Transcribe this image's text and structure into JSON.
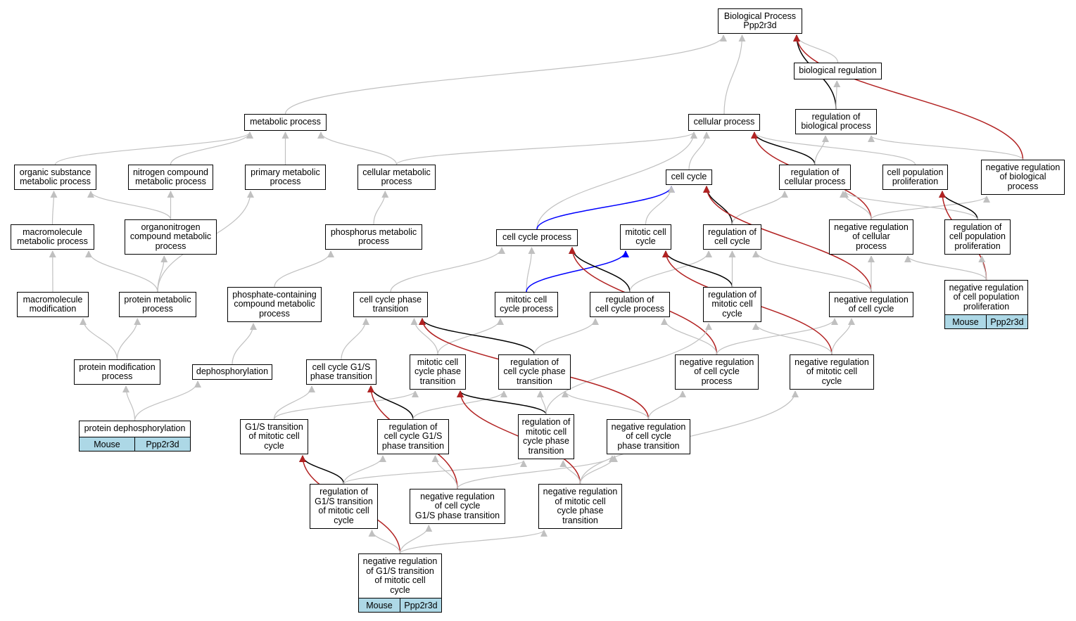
{
  "colors": {
    "gray": "#c0c0c0",
    "black": "#000000",
    "red": "#b22222",
    "blue": "#0000ff",
    "gene_bg": "#add8e6"
  },
  "nodes": [
    {
      "id": "root",
      "label": "Biological Process\nPpp2r3d"
    },
    {
      "id": "biological_regulation",
      "label": "biological regulation"
    },
    {
      "id": "metabolic_process",
      "label": "metabolic process"
    },
    {
      "id": "cellular_process",
      "label": "cellular process"
    },
    {
      "id": "regulation_of_biological_process",
      "label": "regulation of\nbiological process"
    },
    {
      "id": "organic_substance_metabolic_process",
      "label": "organic substance\nmetabolic process"
    },
    {
      "id": "nitrogen_compound_metabolic_process",
      "label": "nitrogen compound\nmetabolic process"
    },
    {
      "id": "primary_metabolic_process",
      "label": "primary metabolic\nprocess"
    },
    {
      "id": "cellular_metabolic_process",
      "label": "cellular metabolic\nprocess"
    },
    {
      "id": "cell_cycle",
      "label": "cell cycle"
    },
    {
      "id": "regulation_of_cellular_process",
      "label": "regulation of\ncellular process"
    },
    {
      "id": "cell_population_proliferation",
      "label": "cell population\nproliferation"
    },
    {
      "id": "negative_regulation_of_biological_process",
      "label": "negative regulation\nof biological\nprocess"
    },
    {
      "id": "macromolecule_metabolic_process",
      "label": "macromolecule\nmetabolic process"
    },
    {
      "id": "organonitrogen_compound_metabolic_process",
      "label": "organonitrogen\ncompound metabolic\nprocess"
    },
    {
      "id": "phosphorus_metabolic_process",
      "label": "phosphorus metabolic\nprocess"
    },
    {
      "id": "cell_cycle_process",
      "label": "cell cycle process"
    },
    {
      "id": "mitotic_cell_cycle",
      "label": "mitotic cell\ncycle"
    },
    {
      "id": "regulation_of_cell_cycle",
      "label": "regulation of\ncell cycle"
    },
    {
      "id": "negative_regulation_of_cellular_process",
      "label": "negative regulation\nof cellular\nprocess"
    },
    {
      "id": "regulation_of_cell_population_proliferation",
      "label": "regulation of\ncell population\nproliferation"
    },
    {
      "id": "macromolecule_modification",
      "label": "macromolecule\nmodification"
    },
    {
      "id": "protein_metabolic_process",
      "label": "protein metabolic\nprocess"
    },
    {
      "id": "phosphate_containing_compound_metabolic_process",
      "label": "phosphate-containing\ncompound metabolic\nprocess"
    },
    {
      "id": "cell_cycle_phase_transition",
      "label": "cell cycle phase\ntransition"
    },
    {
      "id": "mitotic_cell_cycle_process",
      "label": "mitotic cell\ncycle process"
    },
    {
      "id": "regulation_of_cell_cycle_process",
      "label": "regulation of\ncell cycle process"
    },
    {
      "id": "regulation_of_mitotic_cell_cycle",
      "label": "regulation of\nmitotic cell\ncycle"
    },
    {
      "id": "negative_regulation_of_cell_cycle",
      "label": "negative regulation\nof cell cycle"
    },
    {
      "id": "negative_regulation_of_cell_population_proliferation",
      "label": "negative regulation\nof cell population\nproliferation",
      "genes": [
        "Mouse",
        "Ppp2r3d"
      ]
    },
    {
      "id": "protein_modification_process",
      "label": "protein modification\nprocess"
    },
    {
      "id": "dephosphorylation",
      "label": "dephosphorylation"
    },
    {
      "id": "cell_cycle_g1s_phase_transition",
      "label": "cell cycle G1/S\nphase transition"
    },
    {
      "id": "mitotic_cell_cycle_phase_transition",
      "label": "mitotic cell\ncycle phase\ntransition"
    },
    {
      "id": "regulation_of_cell_cycle_phase_transition",
      "label": "regulation of\ncell cycle phase\ntransition"
    },
    {
      "id": "negative_regulation_of_cell_cycle_process",
      "label": "negative regulation\nof cell cycle\nprocess"
    },
    {
      "id": "negative_regulation_of_mitotic_cell_cycle",
      "label": "negative regulation\nof mitotic cell\ncycle"
    },
    {
      "id": "protein_dephosphorylation",
      "label": "protein dephosphorylation",
      "genes": [
        "Mouse",
        "Ppp2r3d"
      ]
    },
    {
      "id": "g1s_transition_of_mitotic_cell_cycle",
      "label": "G1/S transition\nof mitotic cell\ncycle"
    },
    {
      "id": "regulation_of_cell_cycle_g1s_phase_transition",
      "label": "regulation of\ncell cycle G1/S\nphase transition"
    },
    {
      "id": "regulation_of_mitotic_cell_cycle_phase_transition",
      "label": "regulation of\nmitotic cell\ncycle phase\ntransition"
    },
    {
      "id": "negative_regulation_of_cell_cycle_phase_transition",
      "label": "negative regulation\nof cell cycle\nphase transition"
    },
    {
      "id": "regulation_of_g1s_transition_of_mitotic_cell_cycle",
      "label": "regulation of\nG1/S transition\nof mitotic cell\ncycle"
    },
    {
      "id": "negative_regulation_of_cell_cycle_g1s_phase_transition",
      "label": "negative regulation\nof cell cycle\nG1/S phase transition"
    },
    {
      "id": "negative_regulation_of_mitotic_cell_cycle_phase_transition",
      "label": "negative regulation\nof mitotic cell\ncycle phase\ntransition"
    },
    {
      "id": "negative_regulation_of_g1s_transition_of_mitotic_cell_cycle",
      "label": "negative regulation\nof G1/S transition\nof mitotic cell\ncycle",
      "genes": [
        "Mouse",
        "Ppp2r3d"
      ]
    }
  ],
  "edges": [
    {
      "from": "metabolic_process",
      "to": "root",
      "color": "gray"
    },
    {
      "from": "cellular_process",
      "to": "root",
      "color": "gray"
    },
    {
      "from": "biological_regulation",
      "to": "root",
      "color": "gray"
    },
    {
      "from": "regulation_of_biological_process",
      "to": "root",
      "color": "black"
    },
    {
      "from": "negative_regulation_of_biological_process",
      "to": "root",
      "color": "red"
    },
    {
      "from": "regulation_of_biological_process",
      "to": "biological_regulation",
      "color": "gray"
    },
    {
      "from": "negative_regulation_of_biological_process",
      "to": "regulation_of_biological_process",
      "color": "gray"
    },
    {
      "from": "organic_substance_metabolic_process",
      "to": "metabolic_process",
      "color": "gray"
    },
    {
      "from": "nitrogen_compound_metabolic_process",
      "to": "metabolic_process",
      "color": "gray"
    },
    {
      "from": "primary_metabolic_process",
      "to": "metabolic_process",
      "color": "gray"
    },
    {
      "from": "cellular_metabolic_process",
      "to": "metabolic_process",
      "color": "gray"
    },
    {
      "from": "cellular_metabolic_process",
      "to": "cellular_process",
      "color": "gray"
    },
    {
      "from": "cell_cycle",
      "to": "cellular_process",
      "color": "gray"
    },
    {
      "from": "cell_cycle_process",
      "to": "cellular_process",
      "color": "gray"
    },
    {
      "from": "regulation_of_cellular_process",
      "to": "cellular_process",
      "color": "black"
    },
    {
      "from": "regulation_of_cellular_process",
      "to": "regulation_of_biological_process",
      "color": "gray"
    },
    {
      "from": "cell_population_proliferation",
      "to": "cellular_process",
      "color": "gray"
    },
    {
      "from": "negative_regulation_of_cellular_process",
      "to": "cellular_process",
      "color": "red"
    },
    {
      "from": "negative_regulation_of_cellular_process",
      "to": "regulation_of_cellular_process",
      "color": "gray"
    },
    {
      "from": "negative_regulation_of_cellular_process",
      "to": "negative_regulation_of_biological_process",
      "color": "gray"
    },
    {
      "from": "regulation_of_cell_population_proliferation",
      "to": "cell_population_proliferation",
      "color": "black"
    },
    {
      "from": "regulation_of_cell_population_proliferation",
      "to": "regulation_of_cellular_process",
      "color": "gray"
    },
    {
      "from": "negative_regulation_of_cell_population_proliferation",
      "to": "cell_population_proliferation",
      "color": "red"
    },
    {
      "from": "negative_regulation_of_cell_population_proliferation",
      "to": "regulation_of_cell_population_proliferation",
      "color": "gray"
    },
    {
      "from": "negative_regulation_of_cell_population_proliferation",
      "to": "negative_regulation_of_cellular_process",
      "color": "gray"
    },
    {
      "from": "macromolecule_metabolic_process",
      "to": "organic_substance_metabolic_process",
      "color": "gray"
    },
    {
      "from": "organonitrogen_compound_metabolic_process",
      "to": "organic_substance_metabolic_process",
      "color": "gray"
    },
    {
      "from": "organonitrogen_compound_metabolic_process",
      "to": "nitrogen_compound_metabolic_process",
      "color": "gray"
    },
    {
      "from": "phosphorus_metabolic_process",
      "to": "cellular_metabolic_process",
      "color": "gray"
    },
    {
      "from": "macromolecule_modification",
      "to": "macromolecule_metabolic_process",
      "color": "gray"
    },
    {
      "from": "protein_metabolic_process",
      "to": "macromolecule_metabolic_process",
      "color": "gray"
    },
    {
      "from": "protein_metabolic_process",
      "to": "organonitrogen_compound_metabolic_process",
      "color": "gray"
    },
    {
      "from": "protein_metabolic_process",
      "to": "primary_metabolic_process",
      "color": "gray"
    },
    {
      "from": "phosphate_containing_compound_metabolic_process",
      "to": "phosphorus_metabolic_process",
      "color": "gray"
    },
    {
      "from": "protein_modification_process",
      "to": "macromolecule_modification",
      "color": "gray"
    },
    {
      "from": "protein_modification_process",
      "to": "protein_metabolic_process",
      "color": "gray"
    },
    {
      "from": "dephosphorylation",
      "to": "phosphate_containing_compound_metabolic_process",
      "color": "gray"
    },
    {
      "from": "protein_dephosphorylation",
      "to": "protein_modification_process",
      "color": "gray"
    },
    {
      "from": "protein_dephosphorylation",
      "to": "dephosphorylation",
      "color": "gray"
    },
    {
      "from": "cell_cycle_process",
      "to": "cell_cycle",
      "color": "blue"
    },
    {
      "from": "mitotic_cell_cycle",
      "to": "cell_cycle",
      "color": "gray"
    },
    {
      "from": "regulation_of_cell_cycle",
      "to": "cell_cycle",
      "color": "black"
    },
    {
      "from": "regulation_of_cell_cycle",
      "to": "regulation_of_cellular_process",
      "color": "gray"
    },
    {
      "from": "negative_regulation_of_cell_cycle",
      "to": "cell_cycle",
      "color": "red"
    },
    {
      "from": "negative_regulation_of_cell_cycle",
      "to": "regulation_of_cell_cycle",
      "color": "gray"
    },
    {
      "from": "negative_regulation_of_cell_cycle",
      "to": "negative_regulation_of_cellular_process",
      "color": "gray"
    },
    {
      "from": "mitotic_cell_cycle_process",
      "to": "cell_cycle_process",
      "color": "gray"
    },
    {
      "from": "mitotic_cell_cycle_process",
      "to": "mitotic_cell_cycle",
      "color": "blue"
    },
    {
      "from": "regulation_of_cell_cycle_process",
      "to": "cell_cycle_process",
      "color": "black"
    },
    {
      "from": "regulation_of_cell_cycle_process",
      "to": "regulation_of_cell_cycle",
      "color": "gray"
    },
    {
      "from": "regulation_of_mitotic_cell_cycle",
      "to": "mitotic_cell_cycle",
      "color": "black"
    },
    {
      "from": "regulation_of_mitotic_cell_cycle",
      "to": "regulation_of_cell_cycle",
      "color": "gray"
    },
    {
      "from": "cell_cycle_phase_transition",
      "to": "cell_cycle_process",
      "color": "gray"
    },
    {
      "from": "negative_regulation_of_cell_cycle_process",
      "to": "cell_cycle_process",
      "color": "red"
    },
    {
      "from": "negative_regulation_of_cell_cycle_process",
      "to": "regulation_of_cell_cycle_process",
      "color": "gray"
    },
    {
      "from": "negative_regulation_of_cell_cycle_process",
      "to": "negative_regulation_of_cell_cycle",
      "color": "gray"
    },
    {
      "from": "negative_regulation_of_mitotic_cell_cycle",
      "to": "mitotic_cell_cycle",
      "color": "red"
    },
    {
      "from": "negative_regulation_of_mitotic_cell_cycle",
      "to": "regulation_of_mitotic_cell_cycle",
      "color": "gray"
    },
    {
      "from": "negative_regulation_of_mitotic_cell_cycle",
      "to": "negative_regulation_of_cell_cycle",
      "color": "gray"
    },
    {
      "from": "cell_cycle_g1s_phase_transition",
      "to": "cell_cycle_phase_transition",
      "color": "gray"
    },
    {
      "from": "mitotic_cell_cycle_phase_transition",
      "to": "cell_cycle_phase_transition",
      "color": "gray"
    },
    {
      "from": "mitotic_cell_cycle_phase_transition",
      "to": "mitotic_cell_cycle_process",
      "color": "gray"
    },
    {
      "from": "regulation_of_cell_cycle_phase_transition",
      "to": "cell_cycle_phase_transition",
      "color": "black"
    },
    {
      "from": "regulation_of_cell_cycle_phase_transition",
      "to": "regulation_of_cell_cycle_process",
      "color": "gray"
    },
    {
      "from": "g1s_transition_of_mitotic_cell_cycle",
      "to": "cell_cycle_g1s_phase_transition",
      "color": "gray"
    },
    {
      "from": "g1s_transition_of_mitotic_cell_cycle",
      "to": "mitotic_cell_cycle_phase_transition",
      "color": "gray"
    },
    {
      "from": "regulation_of_cell_cycle_g1s_phase_transition",
      "to": "cell_cycle_g1s_phase_transition",
      "color": "black"
    },
    {
      "from": "regulation_of_cell_cycle_g1s_phase_transition",
      "to": "regulation_of_cell_cycle_phase_transition",
      "color": "gray"
    },
    {
      "from": "regulation_of_mitotic_cell_cycle_phase_transition",
      "to": "mitotic_cell_cycle_phase_transition",
      "color": "black"
    },
    {
      "from": "regulation_of_mitotic_cell_cycle_phase_transition",
      "to": "regulation_of_cell_cycle_phase_transition",
      "color": "gray"
    },
    {
      "from": "regulation_of_mitotic_cell_cycle_phase_transition",
      "to": "regulation_of_mitotic_cell_cycle",
      "color": "gray"
    },
    {
      "from": "negative_regulation_of_cell_cycle_phase_transition",
      "to": "cell_cycle_phase_transition",
      "color": "red"
    },
    {
      "from": "negative_regulation_of_cell_cycle_phase_transition",
      "to": "regulation_of_cell_cycle_phase_transition",
      "color": "gray"
    },
    {
      "from": "negative_regulation_of_cell_cycle_phase_transition",
      "to": "negative_regulation_of_cell_cycle_process",
      "color": "gray"
    },
    {
      "from": "regulation_of_g1s_transition_of_mitotic_cell_cycle",
      "to": "g1s_transition_of_mitotic_cell_cycle",
      "color": "black"
    },
    {
      "from": "regulation_of_g1s_transition_of_mitotic_cell_cycle",
      "to": "regulation_of_cell_cycle_g1s_phase_transition",
      "color": "gray"
    },
    {
      "from": "regulation_of_g1s_transition_of_mitotic_cell_cycle",
      "to": "regulation_of_mitotic_cell_cycle_phase_transition",
      "color": "gray"
    },
    {
      "from": "negative_regulation_of_cell_cycle_g1s_phase_transition",
      "to": "cell_cycle_g1s_phase_transition",
      "color": "red"
    },
    {
      "from": "negative_regulation_of_cell_cycle_g1s_phase_transition",
      "to": "regulation_of_cell_cycle_g1s_phase_transition",
      "color": "gray"
    },
    {
      "from": "negative_regulation_of_cell_cycle_g1s_phase_transition",
      "to": "negative_regulation_of_cell_cycle_phase_transition",
      "color": "gray"
    },
    {
      "from": "negative_regulation_of_mitotic_cell_cycle_phase_transition",
      "to": "mitotic_cell_cycle_phase_transition",
      "color": "red"
    },
    {
      "from": "negative_regulation_of_mitotic_cell_cycle_phase_transition",
      "to": "regulation_of_mitotic_cell_cycle_phase_transition",
      "color": "gray"
    },
    {
      "from": "negative_regulation_of_mitotic_cell_cycle_phase_transition",
      "to": "negative_regulation_of_cell_cycle_phase_transition",
      "color": "gray"
    },
    {
      "from": "negative_regulation_of_mitotic_cell_cycle_phase_transition",
      "to": "negative_regulation_of_mitotic_cell_cycle",
      "color": "gray"
    },
    {
      "from": "negative_regulation_of_g1s_transition_of_mitotic_cell_cycle",
      "to": "g1s_transition_of_mitotic_cell_cycle",
      "color": "red"
    },
    {
      "from": "negative_regulation_of_g1s_transition_of_mitotic_cell_cycle",
      "to": "regulation_of_g1s_transition_of_mitotic_cell_cycle",
      "color": "gray"
    },
    {
      "from": "negative_regulation_of_g1s_transition_of_mitotic_cell_cycle",
      "to": "negative_regulation_of_cell_cycle_g1s_phase_transition",
      "color": "gray"
    },
    {
      "from": "negative_regulation_of_g1s_transition_of_mitotic_cell_cycle",
      "to": "negative_regulation_of_mitotic_cell_cycle_phase_transition",
      "color": "gray"
    }
  ]
}
